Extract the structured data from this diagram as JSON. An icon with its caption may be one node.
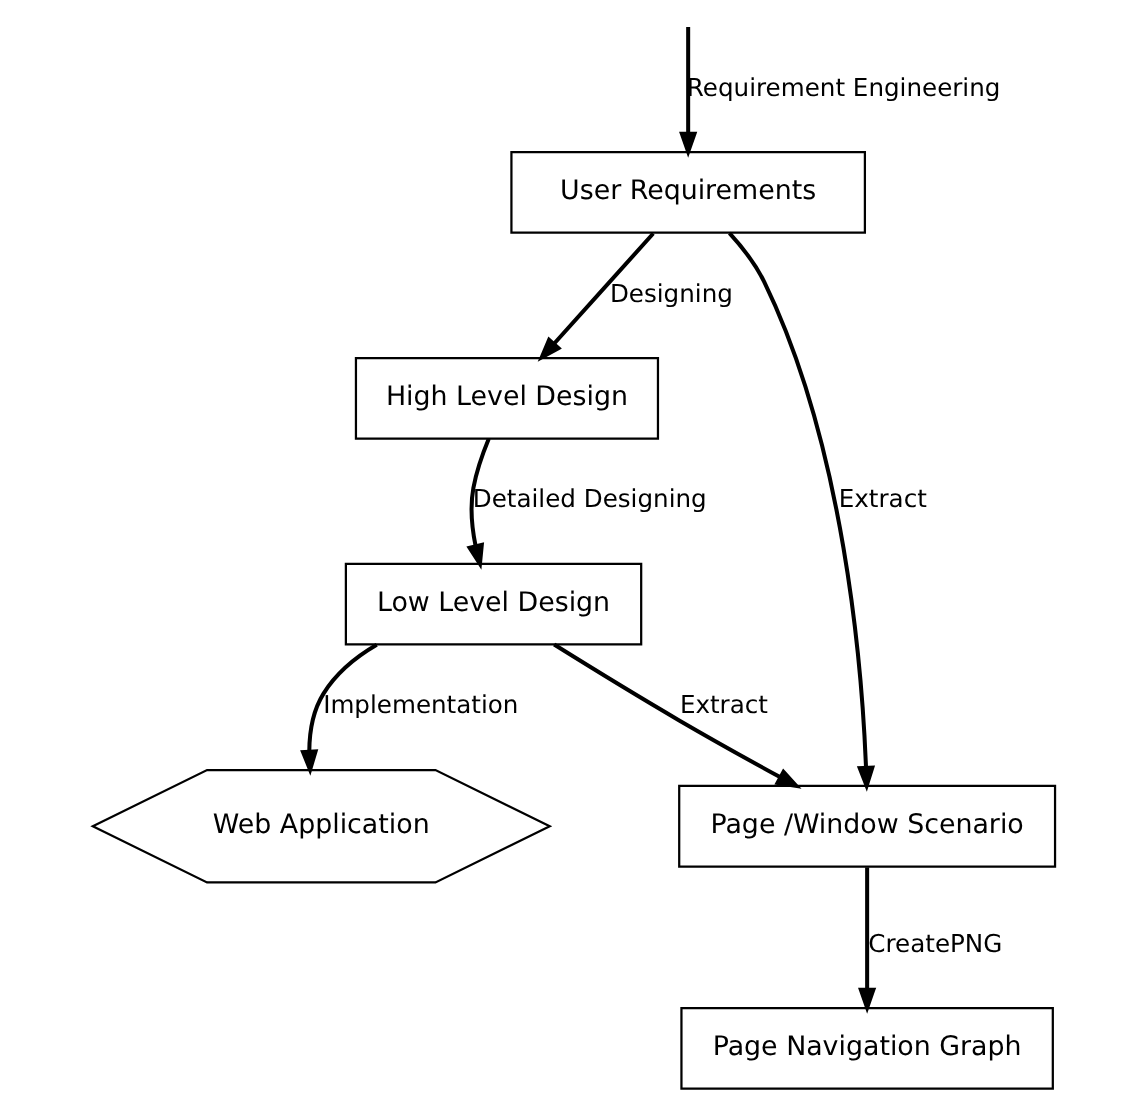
{
  "diagram": {
    "nodes": [
      {
        "text": [
          "User Requirements"
        ]
      },
      {
        "text": [
          "High Level Design"
        ]
      },
      {
        "text": [
          "Low Level Design"
        ]
      },
      {
        "text": [
          "Web Application"
        ]
      },
      {
        "text": [
          "Page /Window Scenario"
        ]
      },
      {
        "text": [
          "Page Navigation Graph"
        ]
      }
    ],
    "edges": [
      {
        "from": null,
        "to": 0,
        "arrow": "to",
        "label": "Requirement Engineering"
      },
      {
        "from": 0,
        "to": 1,
        "arrow": "to",
        "label": "Designing"
      },
      {
        "from": 1,
        "to": 2,
        "arrow": "to",
        "label": "Detailed Designing"
      },
      {
        "from": 2,
        "to": 3,
        "arrow": "to",
        "label": "Implementation"
      },
      {
        "from": 0,
        "to": 4,
        "arrow": "to",
        "label": "Extract"
      },
      {
        "from": 2,
        "to": 4,
        "arrow": "to",
        "label": "Extract"
      },
      {
        "from": 4,
        "to": 5,
        "arrow": "to",
        "label": "CreatePNG"
      }
    ]
  }
}
